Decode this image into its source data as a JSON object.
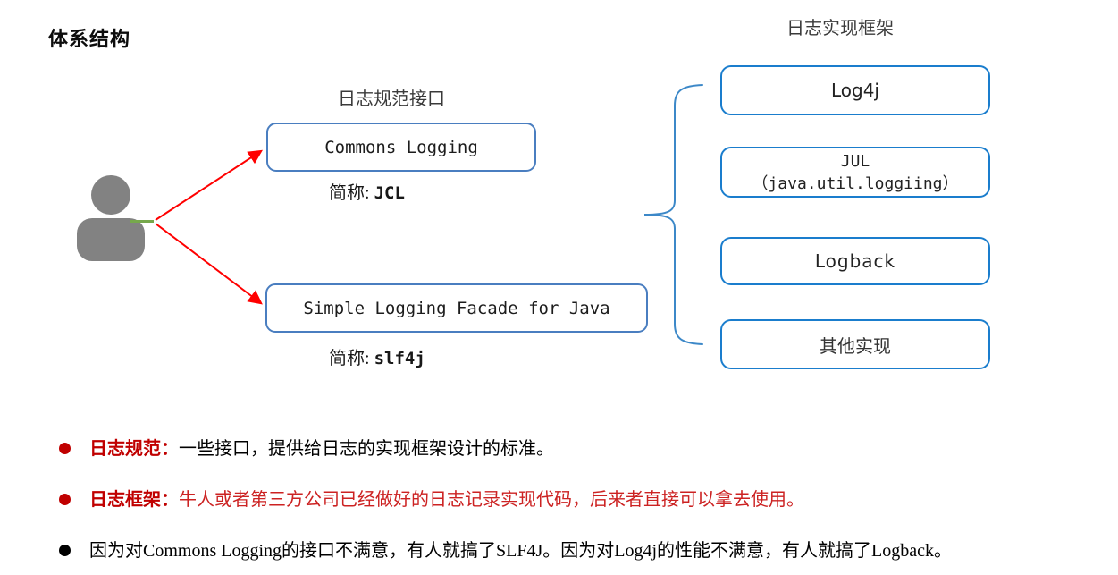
{
  "title": "体系结构",
  "spec_group": {
    "heading": "日志规范接口",
    "boxes": [
      {
        "label": "Commons Logging",
        "caption_prefix": "简称: ",
        "caption_value": "JCL"
      },
      {
        "label": "Simple Logging Facade for Java",
        "caption_prefix": "简称: ",
        "caption_value": "slf4j"
      }
    ]
  },
  "impl_group": {
    "heading": "日志实现框架",
    "boxes": [
      {
        "line1": "Log4j"
      },
      {
        "line1": "JUL",
        "line2": "（java.util.loggiing）"
      },
      {
        "line1": "Logback"
      },
      {
        "line1": "其他实现"
      }
    ]
  },
  "notes": [
    {
      "label": "日志规范：",
      "text": "一些接口，提供给日志的实现框架设计的标准。"
    },
    {
      "label": "日志框架：",
      "text": "牛人或者第三方公司已经做好的日志记录实现代码，后来者直接可以拿去使用。"
    },
    {
      "label": "",
      "text": "因为对Commons Logging的接口不满意，有人就搞了SLF4J。因为对Log4j的性能不满意，有人就搞了Logback。"
    }
  ],
  "icons": {
    "person": "person-icon"
  },
  "colors": {
    "arrow_red": "#ff0000",
    "note_label_red": "#c00000",
    "note_text_red": "#cc2222",
    "spec_box_border": "#4a7ec0",
    "impl_box_border": "#1a7dcd",
    "brace_blue": "#3c88c8",
    "person_gray": "#828282",
    "connector_green": "#76a84c"
  }
}
